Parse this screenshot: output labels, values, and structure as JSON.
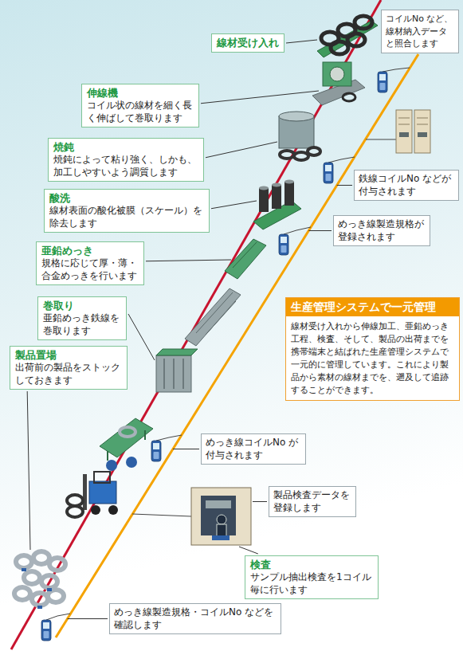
{
  "diagram": {
    "nodes": [
      {
        "text": [
          "コイルNo など、線材納入データと照合します"
        ]
      },
      {
        "text": [
          "線材受け入れ"
        ]
      },
      {
        "text": [
          "伸線機",
          "コイル状の線材を細く長く伸ばして巻取ります"
        ]
      },
      {
        "text": [
          "焼鈍",
          "焼鈍によって粘り強く、しかも、加工しやすいよう調質します"
        ]
      },
      {
        "text": [
          "鉄線コイルNo などが付与されます"
        ]
      },
      {
        "text": [
          "酸洗",
          "線材表面の酸化被膜（スケール）を除去します"
        ]
      },
      {
        "text": [
          "めっき線製造規格が登録されます"
        ]
      },
      {
        "text": [
          "亜鉛めっき",
          "規格に応じて厚・薄・合金めっきを行います"
        ]
      },
      {
        "text": [
          "巻取り",
          "亜鉛めっき鉄線を巻取ります"
        ]
      },
      {
        "text": [
          "生産管理システムで一元管理",
          "線材受け入れから伸線加工、亜鉛めっき工程、検査、そして、製品の出荷までを携帯端末と結ばれた生産管理システムで一元的に管理しています。これにより製品から素材の線材までを、遡及して追跡することができます。"
        ]
      },
      {
        "text": [
          "製品置場",
          "出荷前の製品をストックしておきます"
        ]
      },
      {
        "text": [
          "めっき線コイルNo が付与されます"
        ]
      },
      {
        "text": [
          "製品検査データを登録します"
        ]
      },
      {
        "text": [
          "検査",
          "サンプル抽出検査を1コイル毎に行います"
        ]
      },
      {
        "text": [
          "めっき線製造規格・コイルNo などを確認します"
        ]
      }
    ]
  }
}
